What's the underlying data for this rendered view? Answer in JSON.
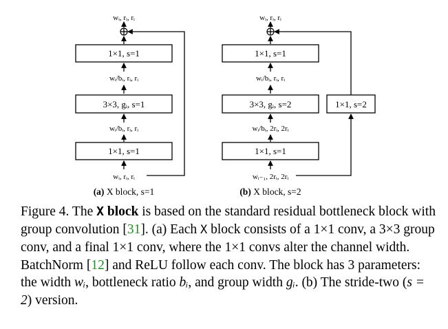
{
  "diagram_a": {
    "top_label": "wᵢ, rᵢ, rᵢ",
    "box1": "1×1, s=1",
    "label2": "wᵢ/bᵢ, rᵢ, rᵢ",
    "box2": "3×3, gᵢ, s=1",
    "label3": "wᵢ/bᵢ, rᵢ, rᵢ",
    "box3": "1×1, s=1",
    "bottom_label": "wᵢ, rᵢ, rᵢ",
    "subcaption_tag": "(a)",
    "subcaption_text": "X block, s=1"
  },
  "diagram_b": {
    "top_label": "wᵢ, rᵢ, rᵢ",
    "box1": "1×1, s=1",
    "label2": "wᵢ/bᵢ, rᵢ, rᵢ",
    "box2": "3×3, gᵢ, s=2",
    "label3": "wᵢ/bᵢ, 2rᵢ, 2rᵢ",
    "box3": "1×1, s=1",
    "bottom_label": "wᵢ₋₁, 2rᵢ, 2rᵢ",
    "shortcut_box": "1×1, s=2",
    "subcaption_tag": "(b)",
    "subcaption_text": "X block, s=2"
  },
  "caption": {
    "fig": "Figure 4. The ",
    "bold_x": "X",
    "bold_block": " block",
    "t1": " is based on the standard residual bottleneck block with group convolution [",
    "cite1": "31",
    "t2": "]. (a) Each ",
    "mono_x": "X",
    "t3": " block consists of a 1×1 conv, a 3×3 group conv, and a final 1×1 conv, where the 1×1 convs alter the channel width. BatchNorm [",
    "cite2": "12",
    "t4": "] and ReLU follow each conv. The block has 3 parameters: the width ",
    "w": "wᵢ",
    "t5": ", bottleneck ratio ",
    "b": "bᵢ",
    "t6": ", and group width ",
    "g": "gᵢ",
    "t7": ". (b) The stride-two (",
    "s_eq": "s = 2",
    "t8": ") version."
  }
}
